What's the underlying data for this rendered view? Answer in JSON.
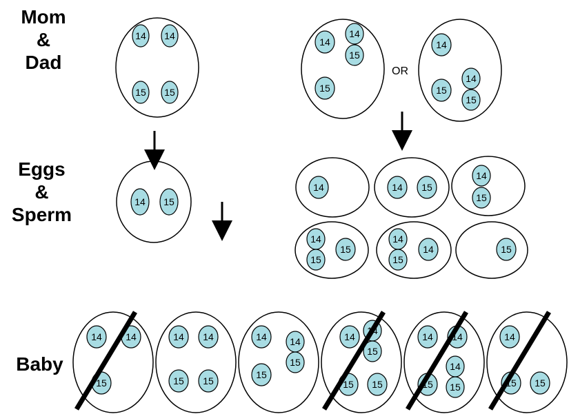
{
  "labels": {
    "parents": [
      "Mom",
      "&",
      "Dad"
    ],
    "gametes": [
      "Eggs",
      "&",
      "Sperm"
    ],
    "baby": "Baby",
    "or": "OR"
  },
  "chromosome_labels": {
    "a": "14",
    "b": "15"
  },
  "colors": {
    "chromosome_fill": "#a8dce3",
    "outline": "#000000"
  }
}
